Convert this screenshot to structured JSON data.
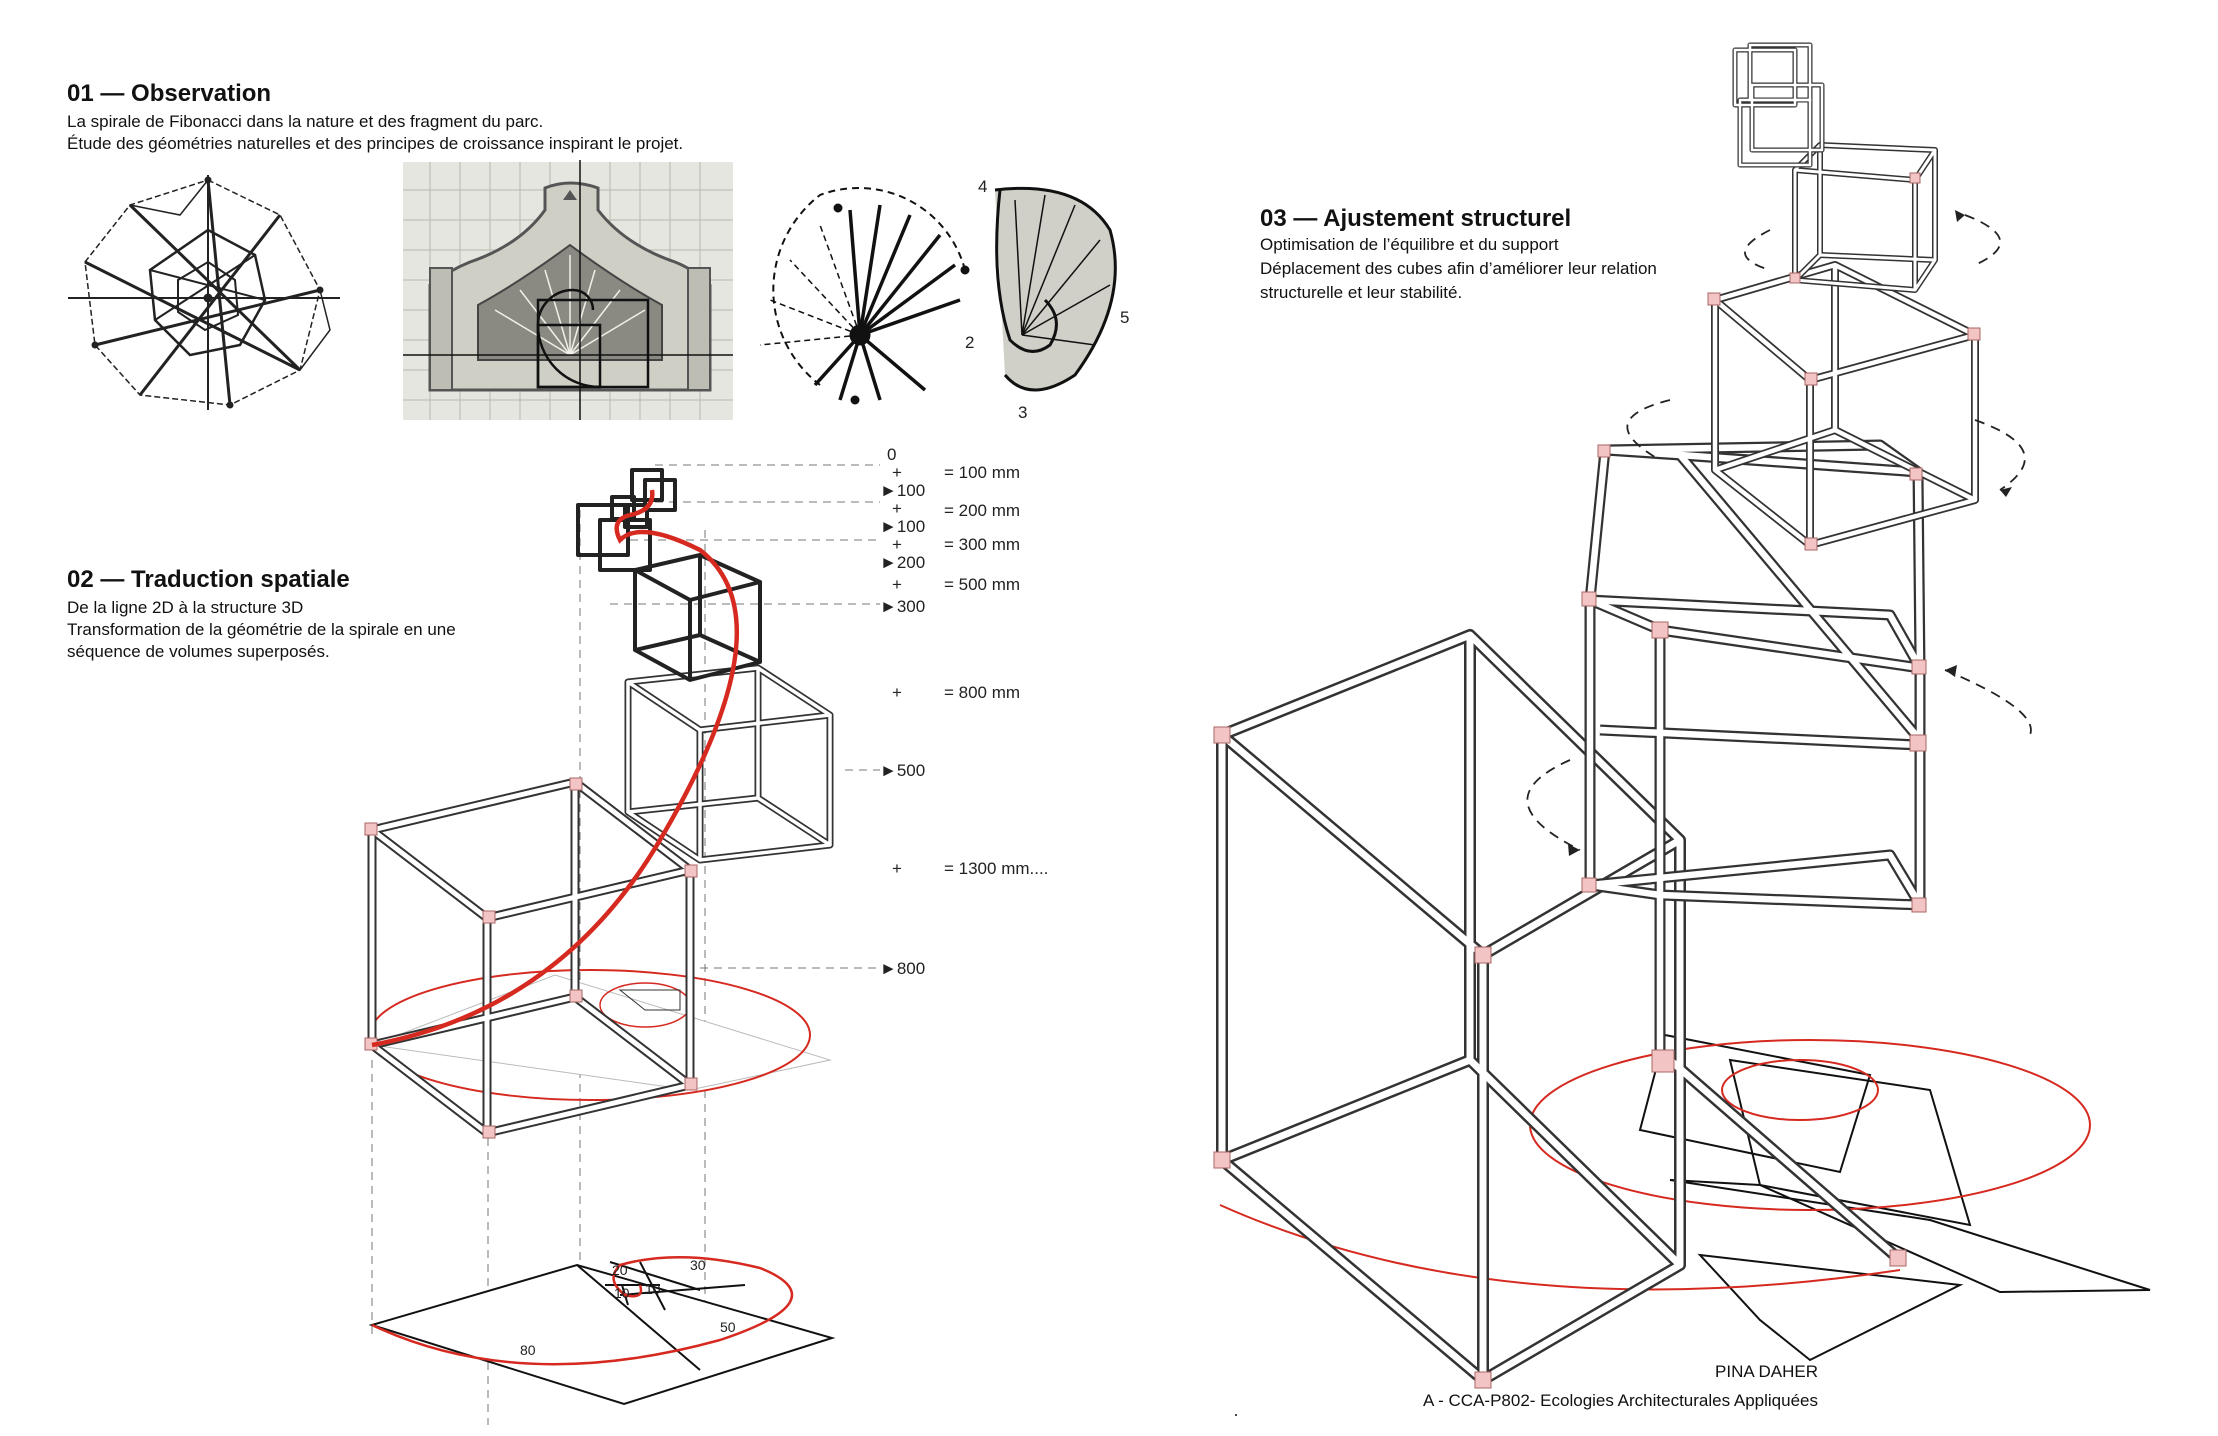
{
  "sections": {
    "s1": {
      "title": "01 — Observation",
      "lines": [
        "La spirale de Fibonacci dans la nature et des fragment du parc.",
        "Étude des géométries naturelles et des principes de croissance inspirant le projet."
      ]
    },
    "s2": {
      "title": "02 — Traduction spatiale",
      "lines": [
        "De la ligne 2D à la structure 3D",
        "Transformation de la géométrie de la spirale en une",
        "séquence de volumes superposés."
      ]
    },
    "s3": {
      "title": "03 — Ajustement structurel",
      "lines": [
        "Optimisation de l’équilibre et du support",
        "Déplacement des cubes afin d’améliorer leur relation",
        "structurelle et leur stabilité."
      ]
    }
  },
  "sketch_labels": {
    "numbers": [
      "4",
      "2",
      "5",
      "3"
    ]
  },
  "dimensions": {
    "stack": [
      "0",
      "+",
      "►100",
      "+",
      "►100",
      "+",
      "►200",
      "+",
      "►300",
      "+",
      "►500",
      "+",
      "►800"
    ],
    "totals": [
      "= 100 mm",
      "= 200 mm",
      "= 300 mm",
      "= 500 mm",
      "= 800 mm",
      "= 1300 mm...."
    ]
  },
  "fibonacci_squares": [
    "20",
    "30",
    "10",
    "10",
    "50",
    "80"
  ],
  "footer": {
    "author": "PINA DAHER",
    "course": "A - CCA-P802- Ecologies Architecturales Appliquées"
  },
  "colors": {
    "spiral": "#d62a20",
    "joint": "#f2c4c4",
    "frame": "#333333",
    "sketch_bg": "#e6e6e1"
  }
}
